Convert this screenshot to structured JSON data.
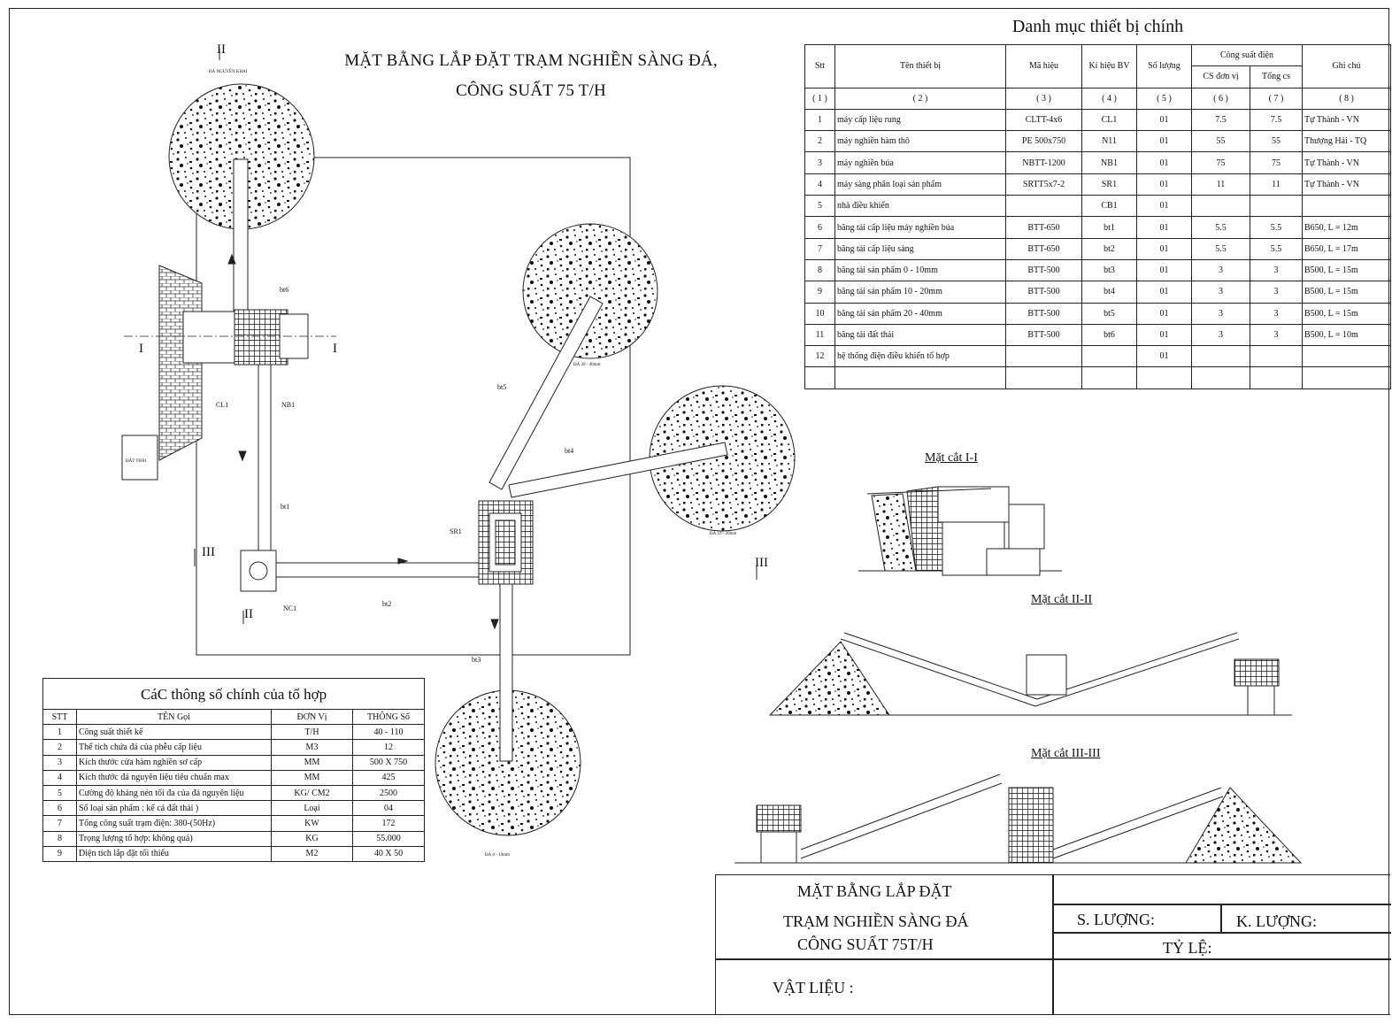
{
  "drawing": {
    "title_line1": "MẶT BẰNG LẮP ĐẶT TRẠM NGHIỀN SÀNG ĐÁ,",
    "title_line2": "CÔNG SUẤT 75 T/H",
    "section_marks": {
      "one": "I",
      "two": "II",
      "three": "III"
    },
    "conveyor_tags": [
      "bt6",
      "bt5",
      "bt4",
      "bt1",
      "bt2",
      "bt3"
    ],
    "equipment_tags": {
      "feeder": "CL1",
      "crusher": "NB1",
      "jaw": "NC1",
      "screen": "SR1"
    },
    "stockpile_labels": [
      "ĐÁ 20 - 40mm",
      "ĐÁ 10 - 20mm",
      "ĐÁ 0 - 10mm",
      "ĐẤT THẢI",
      "ĐÁ NGUYÊN KHAI"
    ]
  },
  "equipment_table": {
    "caption": "Danh mục thiết bị chính",
    "headers": {
      "stt": "Stt",
      "name": "Tên thiết bị",
      "model": "Mã hiệu",
      "symbol": "Kí hiệu BV",
      "qty": "Số lượng",
      "power_group": "Công suất điện",
      "power_unit": "CS đơn vị",
      "power_total": "Tổng cs",
      "note": "Ghi chú"
    },
    "index_row": [
      "( 1 )",
      "( 2 )",
      "( 3 )",
      "( 4 )",
      "( 5 )",
      "( 6 )",
      "( 7 )",
      "( 8 )"
    ],
    "rows": [
      {
        "stt": "1",
        "name": "máy cấp liệu rung",
        "model": "CLTT-4x6",
        "symbol": "CL1",
        "qty": "01",
        "unit": "7.5",
        "total": "7.5",
        "note": "Tự Thành - VN"
      },
      {
        "stt": "2",
        "name": "máy nghiền hàm thô",
        "model": "PE 500x750",
        "symbol": "N11",
        "qty": "01",
        "unit": "55",
        "total": "55",
        "note": "Thượng Hải - TQ"
      },
      {
        "stt": "3",
        "name": "máy nghiền búa",
        "model": "NBTT-1200",
        "symbol": "NB1",
        "qty": "01",
        "unit": "75",
        "total": "75",
        "note": "Tự Thành - VN"
      },
      {
        "stt": "4",
        "name": "máy sàng phân loại sản phẩm",
        "model": "SRTT5x7-2",
        "symbol": "SR1",
        "qty": "01",
        "unit": "11",
        "total": "11",
        "note": "Tự Thành - VN"
      },
      {
        "stt": "5",
        "name": "nhà điều khiển",
        "model": "",
        "symbol": "CB1",
        "qty": "01",
        "unit": "",
        "total": "",
        "note": ""
      },
      {
        "stt": "6",
        "name": "băng tải cấp liệu máy nghiền búa",
        "model": "BTT-650",
        "symbol": "bt1",
        "qty": "01",
        "unit": "5.5",
        "total": "5.5",
        "note": "B650, L = 12m"
      },
      {
        "stt": "7",
        "name": "băng tải cấp liệu sàng",
        "model": "BTT-650",
        "symbol": "bt2",
        "qty": "01",
        "unit": "5.5",
        "total": "5.5",
        "note": "B650, L = 17m"
      },
      {
        "stt": "8",
        "name": "băng tải sản phẩm 0 - 10mm",
        "model": "BTT-500",
        "symbol": "bt3",
        "qty": "01",
        "unit": "3",
        "total": "3",
        "note": "B500, L = 15m"
      },
      {
        "stt": "9",
        "name": "băng tải sản phẩm 10 - 20mm",
        "model": "BTT-500",
        "symbol": "bt4",
        "qty": "01",
        "unit": "3",
        "total": "3",
        "note": "B500, L = 15m"
      },
      {
        "stt": "10",
        "name": "băng tải sản phẩm 20 - 40mm",
        "model": "BTT-500",
        "symbol": "bt5",
        "qty": "01",
        "unit": "3",
        "total": "3",
        "note": "B500, L = 15m"
      },
      {
        "stt": "11",
        "name": "băng tải đất thải",
        "model": "BTT-500",
        "symbol": "bt6",
        "qty": "01",
        "unit": "3",
        "total": "3",
        "note": "B500, L = 10m"
      },
      {
        "stt": "12",
        "name": "hệ thống điện điều khiển tổ hợp",
        "model": "",
        "symbol": "",
        "qty": "01",
        "unit": "",
        "total": "",
        "note": ""
      }
    ]
  },
  "params_table": {
    "caption": "CáC thông số chính của tổ hợp",
    "headers": {
      "stt": "STT",
      "name": "TÊN Gọi",
      "unit": "ĐƠN Vị",
      "value": "THÔNG Số"
    },
    "rows": [
      {
        "stt": "1",
        "name": "Công suất thiết kế",
        "unit": "T/H",
        "value": "40 - 110"
      },
      {
        "stt": "2",
        "name": "Thể tích chứa đá của phễu cấp liệu",
        "unit": "M3",
        "value": "12"
      },
      {
        "stt": "3",
        "name": "Kích thước cửa hàm nghiền sơ cấp",
        "unit": "MM",
        "value": "500 X 750"
      },
      {
        "stt": "4",
        "name": "Kích thước đá nguyên liệu tiêu chuẩn max",
        "unit": "MM",
        "value": "425"
      },
      {
        "stt": "5",
        "name": "Cường độ kháng nén tối đa của đá nguyên liệu",
        "unit": "KG/ CM2",
        "value": "2500"
      },
      {
        "stt": "6",
        "name": "Số loại sản phẩm : kể cả đất thải )",
        "unit": "Loại",
        "value": "04"
      },
      {
        "stt": "7",
        "name": "Tổng công suất trạm điện: 380-(50Hz)",
        "unit": "KW",
        "value": "172"
      },
      {
        "stt": "8",
        "name": "Trọng lượng tổ hợp: không quá)",
        "unit": "KG",
        "value": "55.000"
      },
      {
        "stt": "9",
        "name": "Diện tích lắp đặt tối thiểu",
        "unit": "M2",
        "value": "40 X 50"
      }
    ]
  },
  "sections": {
    "s1": "Mặt cắt I-I",
    "s2": "Mặt cắt II-II",
    "s3": "Mặt cắt III-III"
  },
  "title_block": {
    "line1": "MẶT BẰNG LẮP ĐẶT",
    "line2": "TRẠM NGHIỀN SÀNG ĐÁ",
    "line3": "CÔNG SUẤT 75T/H",
    "qty_label": "S. LƯỢNG:",
    "weight_label": "K. LƯỢNG:",
    "scale_label": "TỶ LỆ:",
    "material_label": "VẬT LIỆU :"
  }
}
